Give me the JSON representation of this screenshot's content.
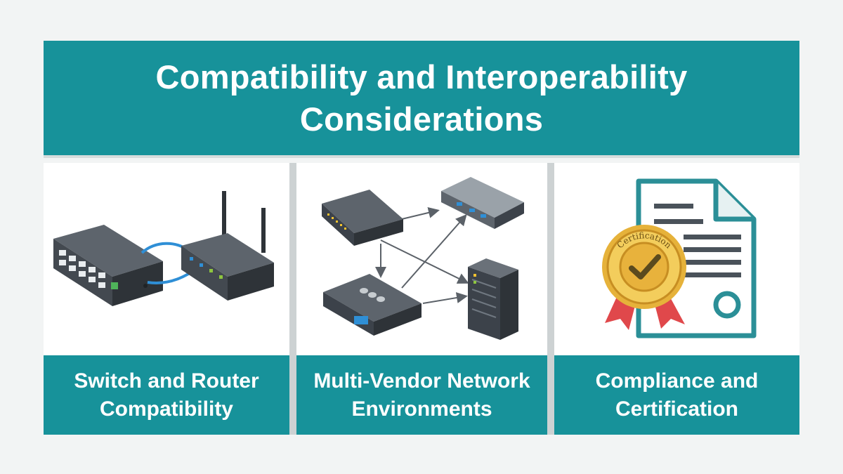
{
  "header": {
    "title_line1": "Compatibility and Interoperability",
    "title_line2": "Considerations"
  },
  "panels": [
    {
      "caption_line1": "Switch and Router",
      "caption_line2": "Compatibility",
      "illustration": "switch-and-router-icon"
    },
    {
      "caption_line1": "Multi-Vendor Network",
      "caption_line2": "Environments",
      "illustration": "network-devices-diagram-icon"
    },
    {
      "caption_line1": "Compliance and",
      "caption_line2": "Certification",
      "illustration": "certificate-document-icon",
      "seal_text": "Certification"
    }
  ],
  "colors": {
    "brand_teal": "#17929a",
    "device_dark": "#3c424a",
    "seal_gold": "#e6b23a",
    "ribbon_red": "#e0484b"
  }
}
